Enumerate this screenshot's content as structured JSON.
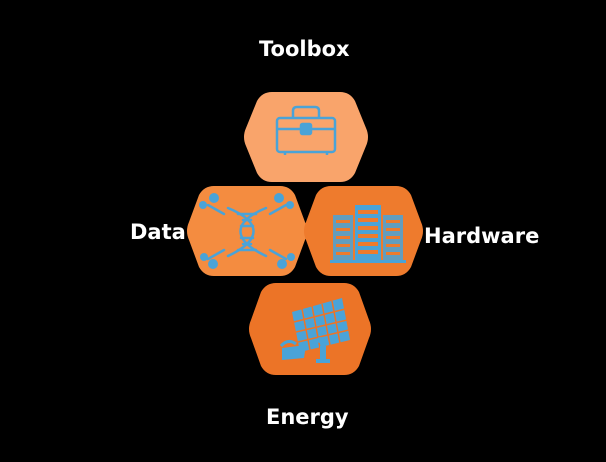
{
  "diagram": {
    "nodes": [
      {
        "id": "toolbox",
        "label": "Toolbox",
        "icon": "toolbox-icon",
        "fill": "#F9A46B"
      },
      {
        "id": "data",
        "label": "Data",
        "icon": "dna-icon",
        "fill": "#F48C40"
      },
      {
        "id": "hardware",
        "label": "Hardware",
        "icon": "server-rack-icon",
        "fill": "#EE7B2D"
      },
      {
        "id": "energy",
        "label": "Energy",
        "icon": "solar-panel-icon",
        "fill": "#EC7427"
      }
    ],
    "icon_color": "#4AA3D8",
    "background": "#000000",
    "text_color": "#FFFFFF"
  }
}
